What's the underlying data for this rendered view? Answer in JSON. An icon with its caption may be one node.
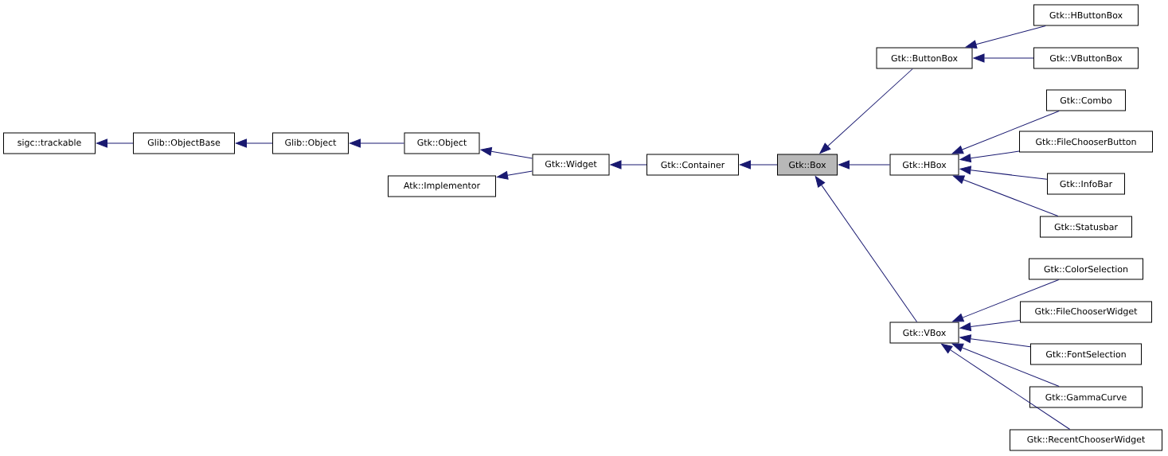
{
  "diagram": {
    "nodes": [
      {
        "text": [
          "sigc::trackable"
        ]
      },
      {
        "text": [
          "Glib::ObjectBase"
        ]
      },
      {
        "text": [
          "Glib::Object"
        ]
      },
      {
        "text": [
          "Gtk::Object"
        ]
      },
      {
        "text": [
          "Atk::Implementor"
        ]
      },
      {
        "text": [
          "Gtk::Widget"
        ]
      },
      {
        "text": [
          "Gtk::Container"
        ]
      },
      {
        "text": [
          "Gtk::Box"
        ]
      },
      {
        "text": [
          "Gtk::ButtonBox"
        ]
      },
      {
        "text": [
          "Gtk::HBox"
        ]
      },
      {
        "text": [
          "Gtk::VBox"
        ]
      },
      {
        "text": [
          "Gtk::HButtonBox"
        ]
      },
      {
        "text": [
          "Gtk::VButtonBox"
        ]
      },
      {
        "text": [
          "Gtk::Combo"
        ]
      },
      {
        "text": [
          "Gtk::FileChooserButton"
        ]
      },
      {
        "text": [
          "Gtk::InfoBar"
        ]
      },
      {
        "text": [
          "Gtk::Statusbar"
        ]
      },
      {
        "text": [
          "Gtk::ColorSelection"
        ]
      },
      {
        "text": [
          "Gtk::FileChooserWidget"
        ]
      },
      {
        "text": [
          "Gtk::FontSelection"
        ]
      },
      {
        "text": [
          "Gtk::GammaCurve"
        ]
      },
      {
        "text": [
          "Gtk::RecentChooserWidget"
        ]
      }
    ],
    "edges": [
      {
        "from": 1,
        "to": 0,
        "arrow": "to"
      },
      {
        "from": 2,
        "to": 1,
        "arrow": "to"
      },
      {
        "from": 3,
        "to": 2,
        "arrow": "to"
      },
      {
        "from": 5,
        "to": 3,
        "arrow": "to"
      },
      {
        "from": 5,
        "to": 4,
        "arrow": "to"
      },
      {
        "from": 6,
        "to": 5,
        "arrow": "to"
      },
      {
        "from": 7,
        "to": 6,
        "arrow": "to"
      },
      {
        "from": 8,
        "to": 7,
        "arrow": "to"
      },
      {
        "from": 9,
        "to": 7,
        "arrow": "to"
      },
      {
        "from": 10,
        "to": 7,
        "arrow": "to"
      },
      {
        "from": 11,
        "to": 8,
        "arrow": "to"
      },
      {
        "from": 12,
        "to": 8,
        "arrow": "to"
      },
      {
        "from": 13,
        "to": 9,
        "arrow": "to"
      },
      {
        "from": 14,
        "to": 9,
        "arrow": "to"
      },
      {
        "from": 15,
        "to": 9,
        "arrow": "to"
      },
      {
        "from": 16,
        "to": 9,
        "arrow": "to"
      },
      {
        "from": 17,
        "to": 10,
        "arrow": "to"
      },
      {
        "from": 18,
        "to": 10,
        "arrow": "to"
      },
      {
        "from": 19,
        "to": 10,
        "arrow": "to"
      },
      {
        "from": 20,
        "to": 10,
        "arrow": "to"
      },
      {
        "from": 21,
        "to": 10,
        "arrow": "to"
      }
    ]
  }
}
